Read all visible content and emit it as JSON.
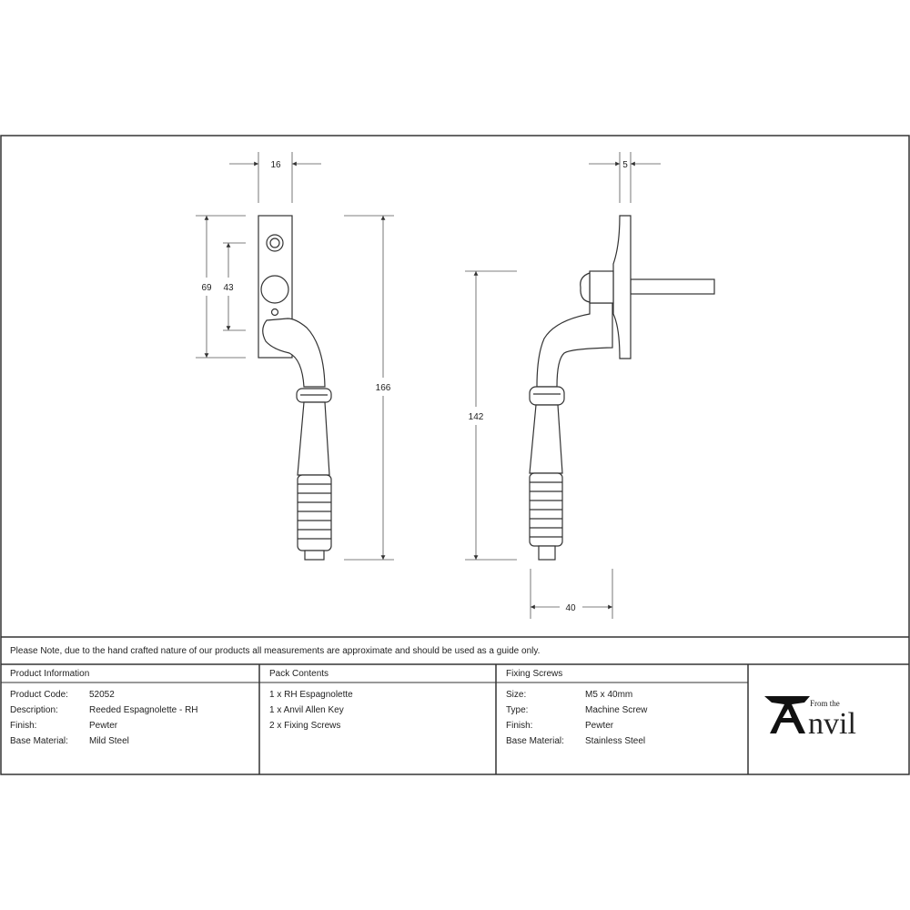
{
  "drawing": {
    "front_view": {
      "width_dim": "16",
      "height_dim": "69",
      "spacing_dim": "43",
      "length_dim": "166"
    },
    "side_view": {
      "plate_dim": "5",
      "length_dim": "142",
      "projection_dim": "40"
    }
  },
  "note": "Please Note, due to the hand crafted nature of our products all measurements are approximate and should be used as a guide only.",
  "product_information": {
    "title": "Product Information",
    "rows": [
      {
        "label": "Product Code:",
        "value": "52052"
      },
      {
        "label": "Description:",
        "value": "Reeded Espagnolette - RH"
      },
      {
        "label": "Finish:",
        "value": "Pewter"
      },
      {
        "label": "Base Material:",
        "value": "Mild Steel"
      }
    ]
  },
  "pack_contents": {
    "title": "Pack Contents",
    "items": [
      "1 x RH Espagnolette",
      "1 x Anvil Allen Key",
      "2 x Fixing Screws"
    ]
  },
  "fixing_screws": {
    "title": "Fixing Screws",
    "rows": [
      {
        "label": "Size:",
        "value": "M5 x 40mm"
      },
      {
        "label": "Type:",
        "value": "Machine Screw"
      },
      {
        "label": "Finish:",
        "value": "Pewter"
      },
      {
        "label": "Base Material:",
        "value": "Stainless Steel"
      }
    ]
  },
  "logo": {
    "small": "From the",
    "large": "nvil"
  }
}
